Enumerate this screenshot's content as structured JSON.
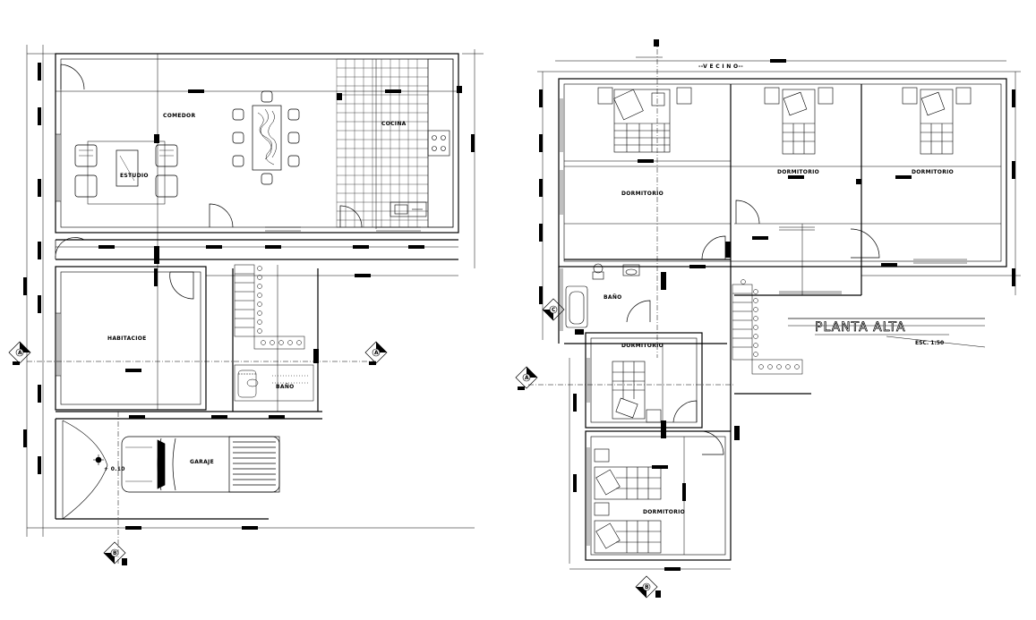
{
  "ground_floor": {
    "rooms": {
      "comedor": "COMEDOR",
      "cocina": "COCINA",
      "estudio": "ESTUDIO",
      "habitacion": "HABITACIOE",
      "bano": "BAÑO",
      "garaje": "GARAJE"
    },
    "level_mark": "+ 0.10"
  },
  "upper_floor": {
    "neighbor": "--V E C I N O--",
    "rooms": {
      "dormitorio_1": "DORMITORIO",
      "dormitorio_2": "DORMITORIO",
      "dormitorio_3": "DORMITORIO",
      "bano": "BAÑO",
      "dormitorio_4": "DORMITORIO",
      "dormitorio_5": "DORMITORIO"
    }
  },
  "title": "PLANTA ALTA",
  "scale": "ESC. 1:50",
  "axis_markers": [
    "A",
    "B",
    "C"
  ]
}
